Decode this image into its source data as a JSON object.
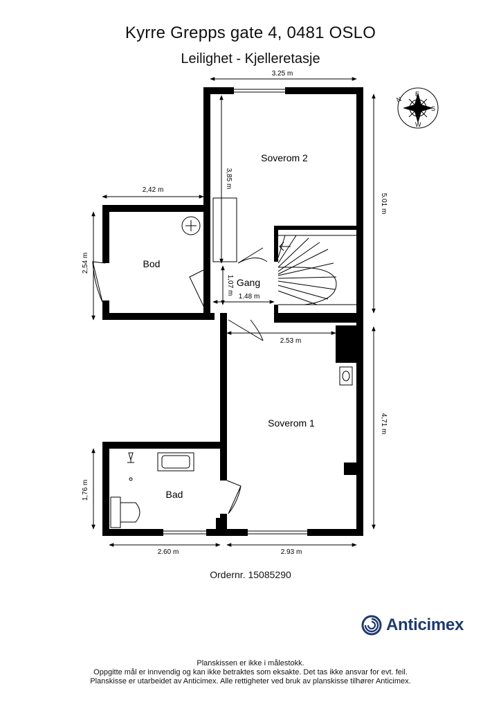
{
  "header": {
    "address": "Kyrre Grepps gate 4, 0481 OSLO",
    "level": "Leilighet  - Kjelleretasje"
  },
  "rooms": {
    "soverom2": "Soverom 2",
    "bod": "Bod",
    "gang": "Gang",
    "soverom1": "Soverom 1",
    "bad": "Bad"
  },
  "dimensions": {
    "top_width": "3.25 m",
    "bod_width": "2,42 m",
    "right_upper": "5.01 m",
    "soverom2_depth": "3,85 m",
    "bod_depth": "2,54 m",
    "gang_depth": "1,07 m",
    "gang_width": "1.48 m",
    "soverom1_width": "2.53 m",
    "right_lower": "4,71 m",
    "bad_depth": "1,76 m",
    "bottom_left": "2.60 m",
    "bottom_right": "2.93 m"
  },
  "compass": {
    "n": "N",
    "e": "E",
    "s": "S",
    "w": "W"
  },
  "order": "Ordernr. 15085290",
  "brand": {
    "name": "Anticimex",
    "color": "#1e3a6e"
  },
  "footer": {
    "line1": "Planskissen er ikke i målestokk.",
    "line2": "Oppgitte mål er innvendig og kan ikke betraktes som eksakte. Det tas ikke ansvar for evt. feil.",
    "line3": "Planskisse er utarbeidet av Anticimex. Alle rettigheter ved bruk av planskisse tilhører Anticimex."
  }
}
